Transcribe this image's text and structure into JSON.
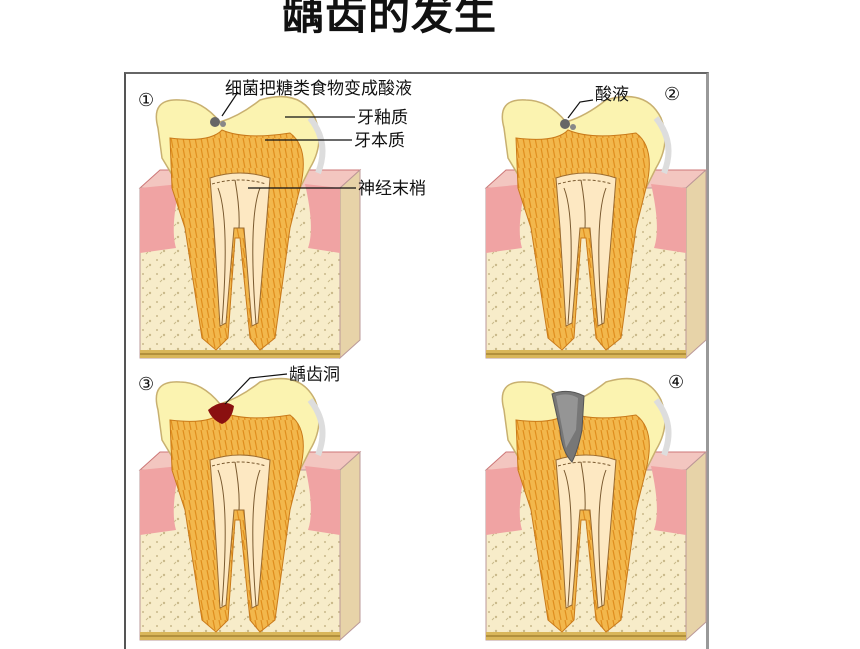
{
  "title": "龋齿的发生",
  "panels": [
    {
      "number": "①",
      "labels": {
        "acid": "细菌把糖类食物变成酸液",
        "enamel": "牙釉质",
        "dentin": "牙本质",
        "nerve": "神经末梢"
      }
    },
    {
      "number": "②",
      "labels": {
        "acid": "酸液"
      }
    },
    {
      "number": "③",
      "labels": {
        "cavity": "龋齿洞"
      }
    },
    {
      "number": "④",
      "labels": {}
    }
  ],
  "colors": {
    "enamel": "#fbf3b0",
    "dentin": "#f2b74c",
    "pulp": "#fde8c2",
    "gum": "#f0a3a3",
    "bone": "#f7ecc9",
    "cavity": "#8a1010",
    "decay": "#777777"
  }
}
